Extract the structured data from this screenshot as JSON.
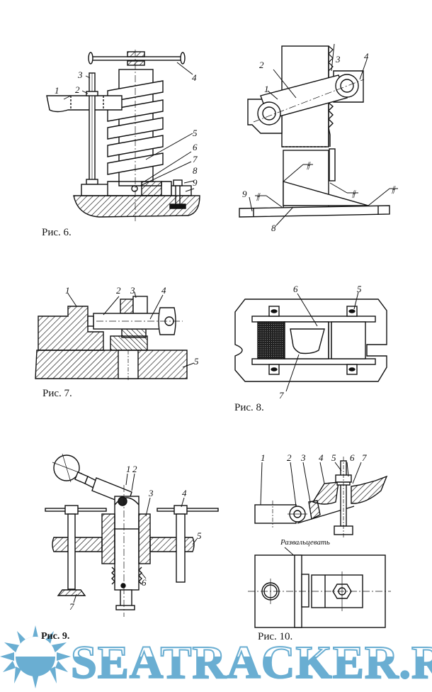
{
  "figures": [
    {
      "id": "fig6",
      "caption": "Рис. 6.",
      "labels": [
        "1",
        "2",
        "3",
        "4",
        "5",
        "6",
        "7",
        "8",
        "9"
      ]
    },
    {
      "id": "fig_sign",
      "caption": "",
      "labels": [
        "1",
        "2",
        "3",
        "4",
        "8",
        "9"
      ]
    },
    {
      "id": "fig7",
      "caption": "Рис. 7.",
      "labels": [
        "1",
        "2",
        "3",
        "4",
        "5"
      ]
    },
    {
      "id": "fig8",
      "caption": "Рис. 8.",
      "labels": [
        "5",
        "6",
        "7"
      ]
    },
    {
      "id": "fig9",
      "caption": "Рис. 9.",
      "labels": [
        "1",
        "2",
        "3",
        "4",
        "5",
        "6",
        "7"
      ]
    },
    {
      "id": "fig10",
      "caption": "Рис. 10.",
      "labels": [
        "1",
        "2",
        "3",
        "4",
        "5",
        "6",
        "7"
      ],
      "note": "Развальцевать"
    }
  ],
  "weld_mark": "⫲",
  "watermark": {
    "text": "SEATRACKER.RU",
    "color": "#6aaed2",
    "logo": "sun-logo"
  }
}
